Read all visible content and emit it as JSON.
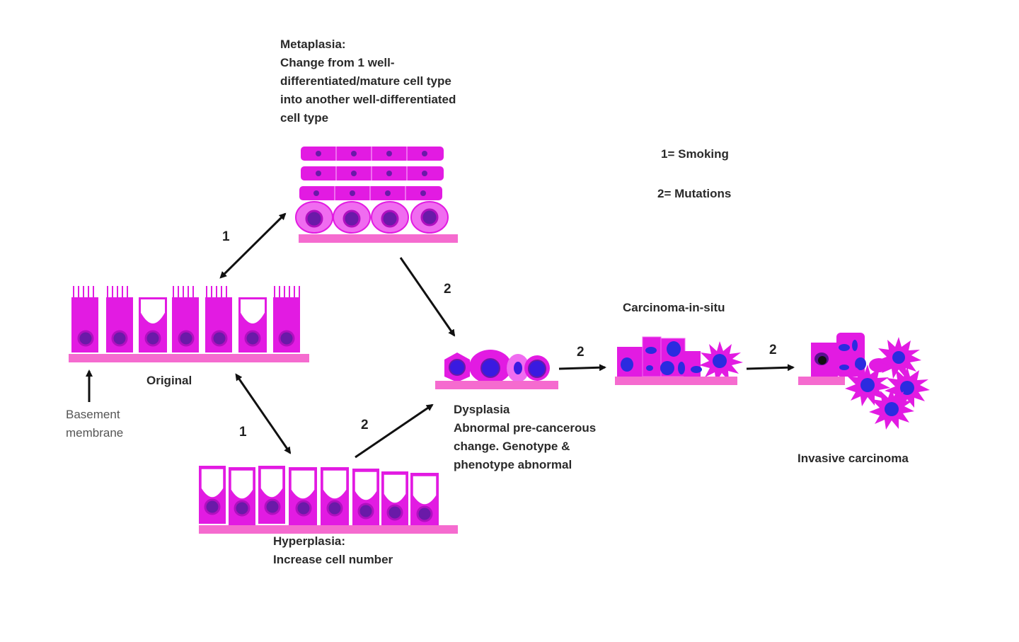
{
  "metaplasia": {
    "lines": [
      "Metaplasia:",
      "Change from 1 well-",
      "differentiated/mature cell type",
      "into another well-differentiated",
      "cell type"
    ]
  },
  "legend": {
    "item1": "1= Smoking",
    "item2": "2= Mutations"
  },
  "original": {
    "label": "Original"
  },
  "basement": {
    "lines": [
      "Basement",
      "membrane"
    ]
  },
  "hyperplasia": {
    "lines": [
      "Hyperplasia:",
      "Increase cell number"
    ]
  },
  "dysplasia": {
    "lines": [
      "Dysplasia",
      "Abnormal pre-cancerous",
      "change. Genotype &",
      "phenotype abnormal"
    ]
  },
  "cis": {
    "label": "Carcinoma-in-situ"
  },
  "invasive": {
    "label": "Invasive carcinoma"
  },
  "arrows": {
    "orig_meta": "1",
    "meta_dys": "2",
    "orig_hyper": "1",
    "hyper_dys": "2",
    "dys_cis": "2",
    "cis_inv": "2"
  },
  "colors": {
    "cell": "#e21be2",
    "cell_light": "#f06cf0",
    "cell_dark": "#b010c0",
    "nucleus": "#6a1aa8",
    "membrane": "#f56bcf",
    "tumor_nucleus": "#2b2be0",
    "arrow": "#111111"
  }
}
